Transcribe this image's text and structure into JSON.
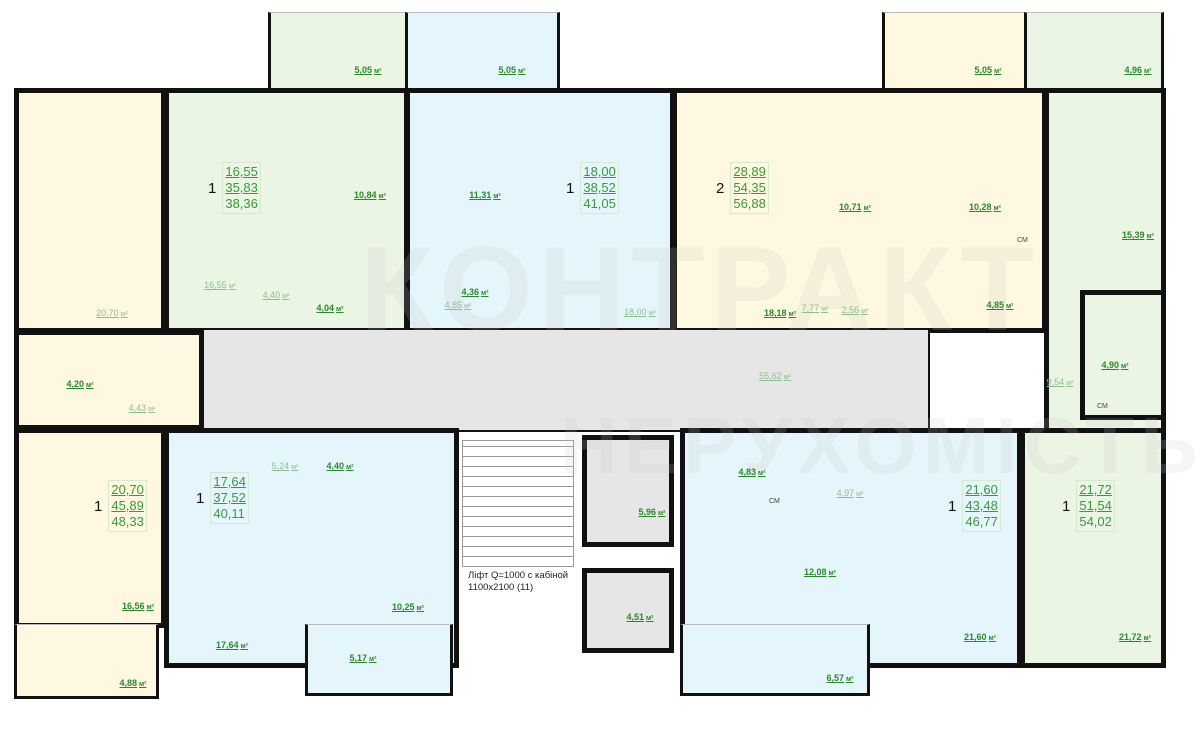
{
  "watermark": {
    "line1": "КОНТРАКТ",
    "line2": "НЕРУХОМІСТЬ"
  },
  "unit": "м²",
  "apartments": [
    {
      "rooms": "1",
      "living": "16,55",
      "total": "35,83",
      "total_with_balcony": "38,36"
    },
    {
      "rooms": "1",
      "living": "18,00",
      "total": "38,52",
      "total_with_balcony": "41,05"
    },
    {
      "rooms": "2",
      "living": "28,89",
      "total": "54,35",
      "total_with_balcony": "56,88"
    },
    {
      "rooms": "1",
      "living": "20,70",
      "total": "45,89",
      "total_with_balcony": "48,33"
    },
    {
      "rooms": "1",
      "living": "17,64",
      "total": "37,52",
      "total_with_balcony": "40,11"
    },
    {
      "rooms": "1",
      "living": "21,60",
      "total": "43,48",
      "total_with_balcony": "46,77"
    },
    {
      "rooms": "1",
      "living": "21,72",
      "total": "51,54",
      "total_with_balcony": "54,02"
    }
  ],
  "room_areas": [
    "5,05",
    "5,05",
    "5,05",
    "4,96",
    "10,84",
    "11,31",
    "10,71",
    "10,28",
    "15,39",
    "16,55",
    "4,40",
    "4,04",
    "4,85",
    "4,36",
    "18,00",
    "18,18",
    "7,77",
    "2,56",
    "4,85",
    "20,70",
    "4,20",
    "4,43",
    "55,62",
    "4,90",
    "9,54",
    "5,24",
    "4,40",
    "4,83",
    "4,97",
    "5,96",
    "12,08",
    "10,25",
    "16,56",
    "17,64",
    "5,17",
    "4,51",
    "6,57",
    "21,60",
    "21,72",
    "4,88"
  ],
  "lift": {
    "line1": "Ліфт Q=1000 с кабіной",
    "line2": "1100x2100  (11)"
  },
  "appliance_label": "СМ"
}
